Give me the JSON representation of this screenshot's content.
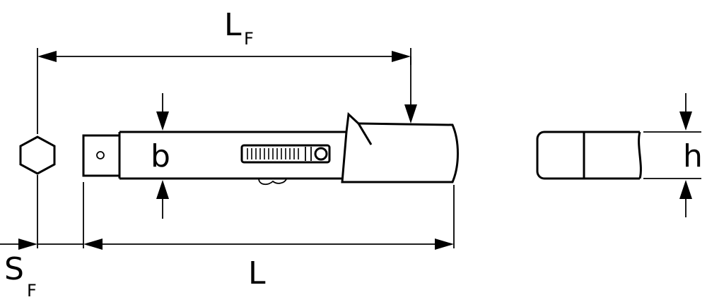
{
  "labels": {
    "lf_main": "L",
    "lf_sub": "F",
    "b": "b",
    "h": "h",
    "l": "L",
    "sf_main": "S",
    "sf_sub": "F"
  },
  "colors": {
    "line": "#000000",
    "background": "#ffffff"
  }
}
